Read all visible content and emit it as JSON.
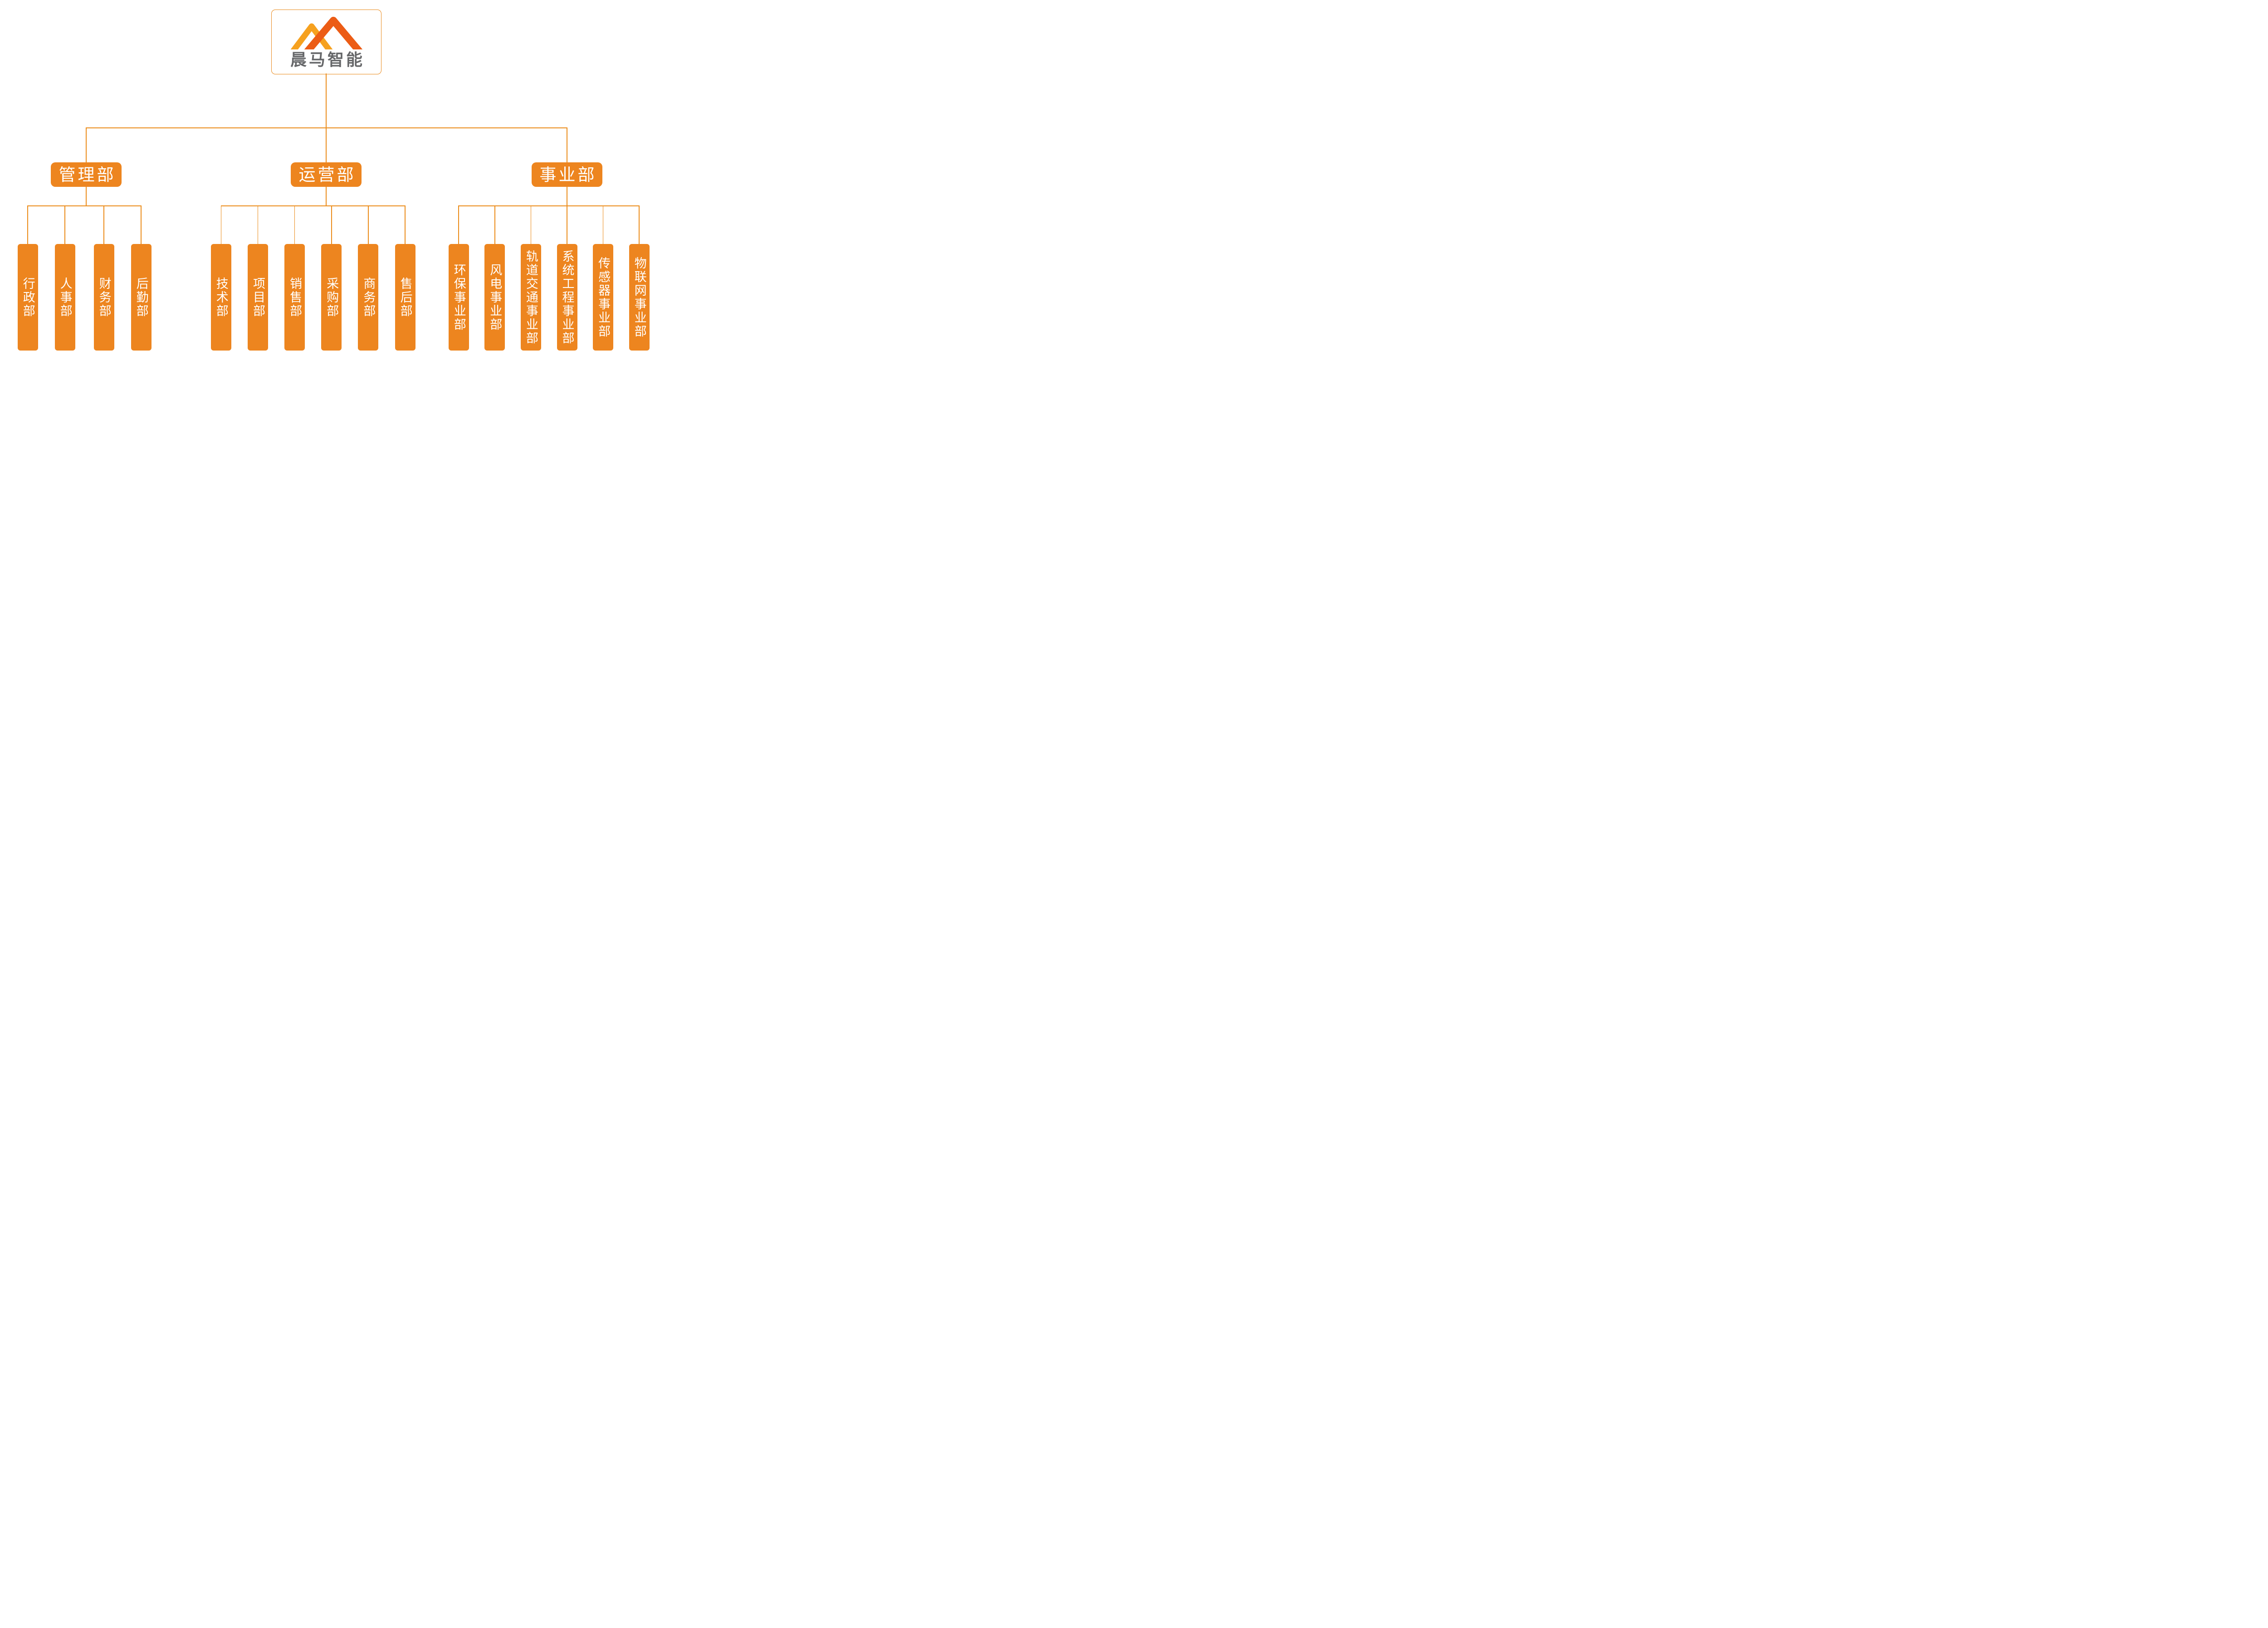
{
  "palette": {
    "node_fill": "#ED851F",
    "connector": "#EB8C1A",
    "logo_border": "#E9891B",
    "logo_peak_light": "#F6A11F",
    "logo_peak_dark": "#EC5C15",
    "logo_text": "#67686A",
    "node_text": "#FFFFFF",
    "background": "#FFFFFF"
  },
  "logo": {
    "title": "晨马智能",
    "icon": "twin-mountain-peaks"
  },
  "org": {
    "level2": [
      {
        "label": "管理部",
        "children": [
          "行政部",
          "人事部",
          "财务部",
          "后勤部"
        ]
      },
      {
        "label": "运营部",
        "children": [
          "技术部",
          "项目部",
          "销售部",
          "采购部",
          "商务部",
          "售后部"
        ]
      },
      {
        "label": "事业部",
        "children": [
          "环保事业部",
          "风电事业部",
          "轨道交通事业部",
          "系统工程事业部",
          "传感器事业部",
          "物联网事业部"
        ]
      }
    ]
  }
}
